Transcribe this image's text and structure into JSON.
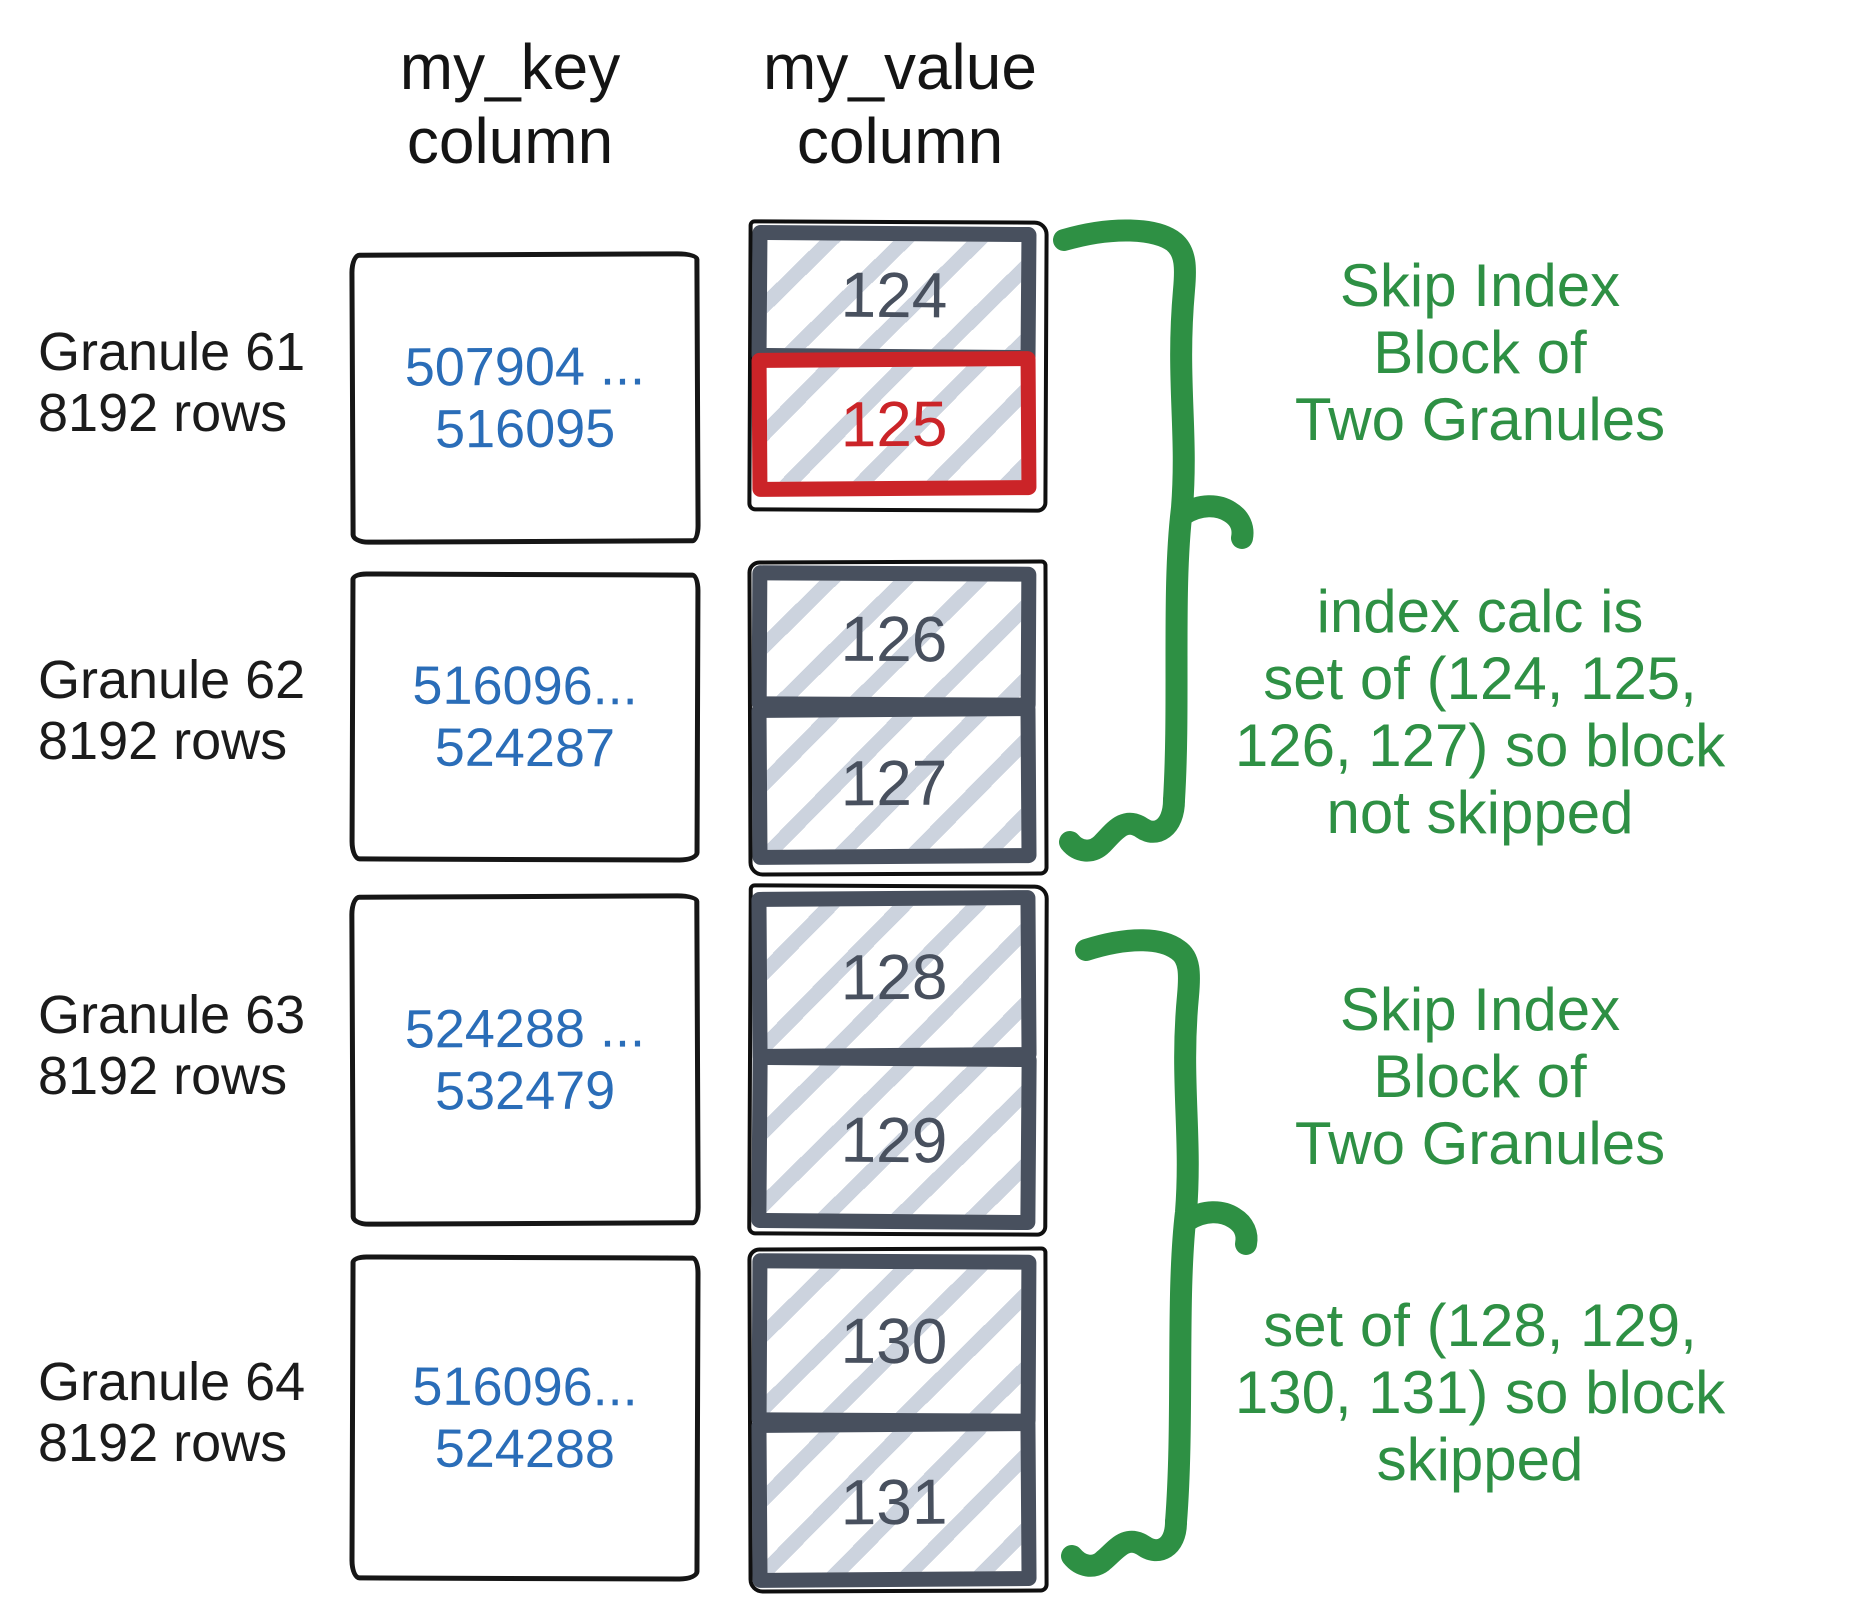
{
  "headers": {
    "key": "my_key\ncolumn",
    "value": "my_value\ncolumn"
  },
  "granules": [
    {
      "label": "Granule 61\n8192 rows",
      "key_range": "507904 ...\n516095",
      "blocks": [
        {
          "value": "124",
          "highlighted": false
        },
        {
          "value": "125",
          "highlighted": true
        }
      ]
    },
    {
      "label": "Granule 62\n8192 rows",
      "key_range": "516096...\n524287",
      "blocks": [
        {
          "value": "126",
          "highlighted": false
        },
        {
          "value": "127",
          "highlighted": false
        }
      ]
    },
    {
      "label": "Granule 63\n8192 rows",
      "key_range": "524288 ...\n532479",
      "blocks": [
        {
          "value": "128",
          "highlighted": false
        },
        {
          "value": "129",
          "highlighted": false
        }
      ]
    },
    {
      "label": "Granule 64\n8192 rows",
      "key_range": "516096...\n524288",
      "blocks": [
        {
          "value": "130",
          "highlighted": false
        },
        {
          "value": "131",
          "highlighted": false
        }
      ]
    }
  ],
  "annotations": [
    {
      "text": "Skip Index\nBlock of\nTwo Granules"
    },
    {
      "text": "index calc is\nset of (124, 125,\n126, 127) so block\nnot skipped"
    },
    {
      "text": "Skip Index\nBlock of\nTwo Granules"
    },
    {
      "text": "set of (128, 129,\n130, 131) so block\nskipped"
    }
  ],
  "colors": {
    "accent_green": "#2e9044",
    "accent_red": "#cb2428",
    "key_blue": "#2a6db8",
    "block_slate": "#48505e",
    "hatch": "#ccd3de"
  }
}
